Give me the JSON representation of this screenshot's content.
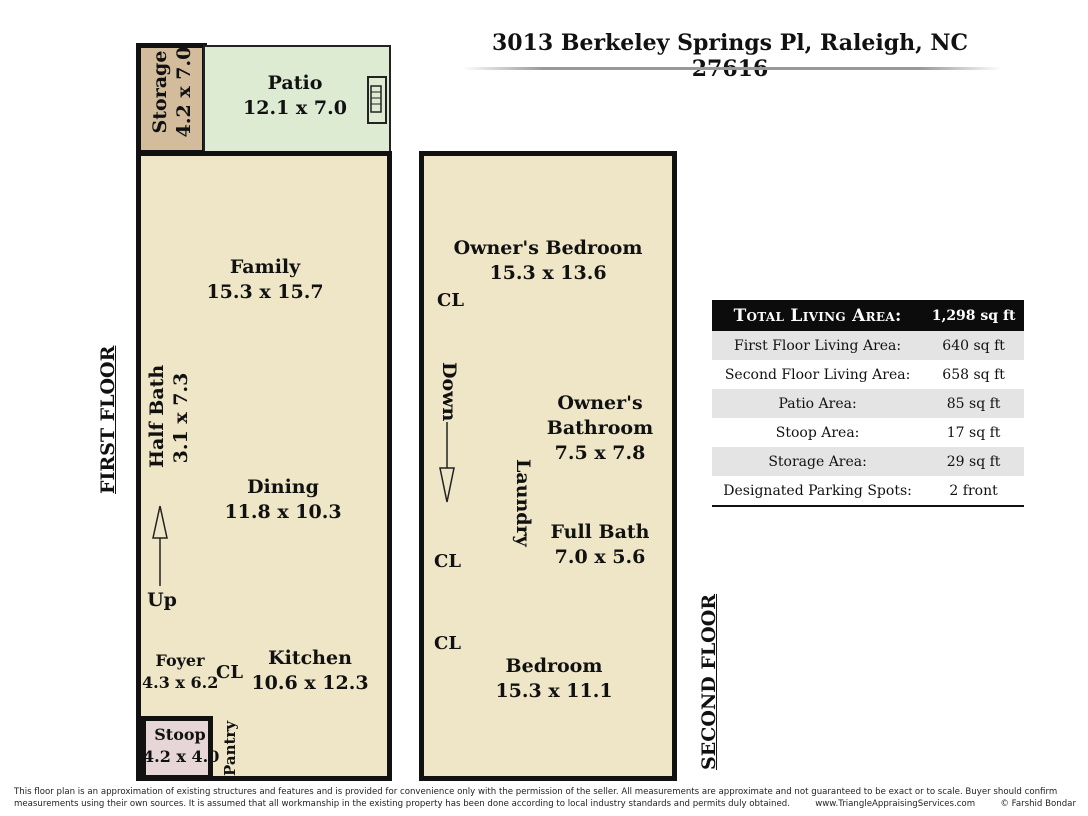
{
  "address": "3013 Berkeley Springs Pl, Raleigh, NC 27616",
  "floors": {
    "first": "FIRST FLOOR",
    "second": "SECOND FLOOR"
  },
  "rooms": {
    "storage": {
      "name": "Storage",
      "dims": "4.2 x 7.0"
    },
    "patio": {
      "name": "Patio",
      "dims": "12.1 x 7.0"
    },
    "family": {
      "name": "Family",
      "dims": "15.3 x 15.7"
    },
    "half_bath": {
      "name": "Half Bath",
      "dims": "3.1 x 7.3"
    },
    "dining": {
      "name": "Dining",
      "dims": "11.8 x 10.3"
    },
    "up": "Up",
    "foyer": {
      "name": "Foyer",
      "dims": "4.3 x 6.2"
    },
    "foyer_cl": "CL",
    "kitchen": {
      "name": "Kitchen",
      "dims": "10.6 x 12.3"
    },
    "stoop": {
      "name": "Stoop",
      "dims": "4.2 x 4.0"
    },
    "pantry": "Pantry",
    "owners_bedroom": {
      "name": "Owner's Bedroom",
      "dims": "15.3 x 13.6"
    },
    "cl_1": "CL",
    "down": "Down",
    "owners_bathroom": {
      "name1": "Owner's",
      "name2": "Bathroom",
      "dims": "7.5 x 7.8"
    },
    "laundry": "Laundry",
    "full_bath": {
      "name": "Full Bath",
      "dims": "7.0 x 5.6"
    },
    "cl_2": "CL",
    "cl_3": "CL",
    "bedroom": {
      "name": "Bedroom",
      "dims": "15.3 x 11.1"
    }
  },
  "area_table": {
    "header": {
      "label": "Total Living Area:",
      "value": "1,298 sq ft"
    },
    "rows": [
      {
        "label": "First Floor Living Area:",
        "value": "640 sq ft"
      },
      {
        "label": "Second Floor Living Area:",
        "value": "658 sq ft"
      },
      {
        "label": "Patio Area:",
        "value": "85 sq ft"
      },
      {
        "label": "Stoop Area:",
        "value": "17 sq ft"
      },
      {
        "label": "Storage Area:",
        "value": "29 sq ft"
      },
      {
        "label": "Designated Parking Spots:",
        "value": "2 front"
      }
    ]
  },
  "disclaimer": {
    "line1": "This floor plan is an approximation of existing structures and features and is provided for convenience only with the permission of the seller.  All measurements are approximate and not guaranteed to be exact or to scale.  Buyer should confirm",
    "line2": "measurements using their own sources.  It is assumed that all workmanship in the existing property has been done according to local industry standards and permits duly obtained.",
    "website": "www.TriangleAppraisingServices.com",
    "copyright": "© Farshid Bondar"
  },
  "colors": {
    "room_fill": "#efe6c8",
    "patio_fill": "#dcebd2",
    "storage_fill": "#d2bc9c",
    "stoop_fill": "#e6d6d8",
    "wall": "#111111",
    "table_header_bg": "#0c0c0c",
    "table_shade": "#e4e4e4"
  }
}
